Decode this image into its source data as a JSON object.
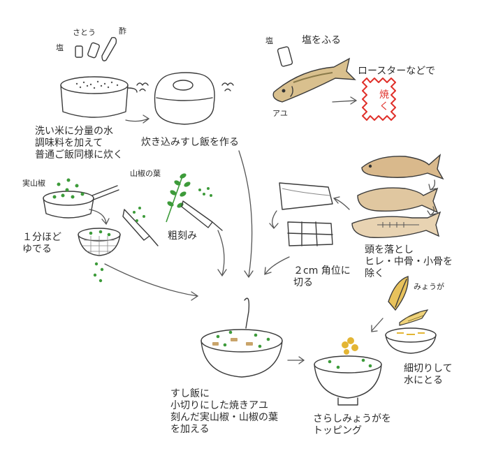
{
  "labels": {
    "salt1": "塩",
    "sugar": "さとう",
    "vinegar": "酢",
    "step_rice": "洗い米に分量の水\n調味料を加えて\n普通ご飯同様に炊く",
    "step_cook": "炊き込みすし飯を作る",
    "salt2": "塩",
    "salt_fish": "塩をふる",
    "roaster": "ロースターなどで",
    "ayu": "アユ",
    "grill": "焼\nく",
    "mi_sansho": "実山椒",
    "sansho_leaf": "山椒の葉",
    "boil": "１分ほど\nゆでる",
    "chop": "粗刻み",
    "fish_prep": "頭を落とし\nヒレ・中骨・小骨を\n除く",
    "cut_2cm": "２cm 角位に\n切る",
    "myoga": "みょうが",
    "julienne": "細切りして\n水にとる",
    "mix": "すし飯に\n小切りにした焼きアユ\n刻んだ実山椒・山椒の葉\nを加える",
    "topping": "さらしみょうがを\nトッピング"
  },
  "colors": {
    "line": "#3a3a3a",
    "green": "#3d9b3a",
    "fish_tan": "#c9a46a",
    "grill_red": "#e0302a",
    "myoga_yellow": "#e3b534"
  }
}
